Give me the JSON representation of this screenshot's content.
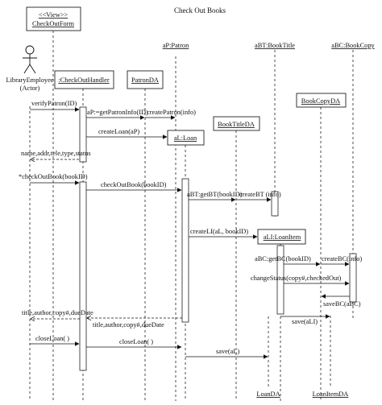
{
  "diagram": {
    "title": "Check Out Books",
    "actor": {
      "line1": "LibraryEmployee",
      "line2": "(Actor)"
    },
    "objects": [
      {
        "id": "form",
        "line1": "<<View>>",
        "line2": "CheckOutForm"
      },
      {
        "id": "handler",
        "label": ":CheckOutHandler"
      },
      {
        "id": "patronda",
        "label": "PatronDA"
      },
      {
        "id": "patron",
        "label": "aP:Patron"
      },
      {
        "id": "loan",
        "label": "aL:Loan"
      },
      {
        "id": "booktitleda",
        "label": "BookTitleDA"
      },
      {
        "id": "booktitle",
        "label": "aBT:BookTitle"
      },
      {
        "id": "bookcopy",
        "label": "aBC:BookCopy"
      },
      {
        "id": "bookcopyda",
        "label": "BookCopyDA"
      },
      {
        "id": "loanitem",
        "label": "aLI:LoanItem"
      },
      {
        "id": "loanda",
        "label": "LoanDA"
      },
      {
        "id": "loanitemda",
        "label": "LoanItemDA"
      }
    ],
    "messages": [
      "verifyPatron(ID)",
      "aP:=getPatronInfo(ID)",
      "createPatron(info)",
      "createLoan(aP)",
      "name,addr,tele,type,status",
      "*checkOutBook(bookID)",
      "checkOutBook(bookID)",
      "aBT:getBT(bookID)",
      "createBT (info)",
      "createLI(aL, bookID)",
      "aBC:getBC(bookID)",
      "createBC(info)",
      "changeStatus(copy#,checkedOut)",
      "saveBC(aBC)",
      "save(aLI)",
      "title,author,copy#,dueDate",
      "title,author,copy#,dueDate",
      "closeLoan( )",
      "closeLoan( )",
      "save(aL)"
    ]
  }
}
